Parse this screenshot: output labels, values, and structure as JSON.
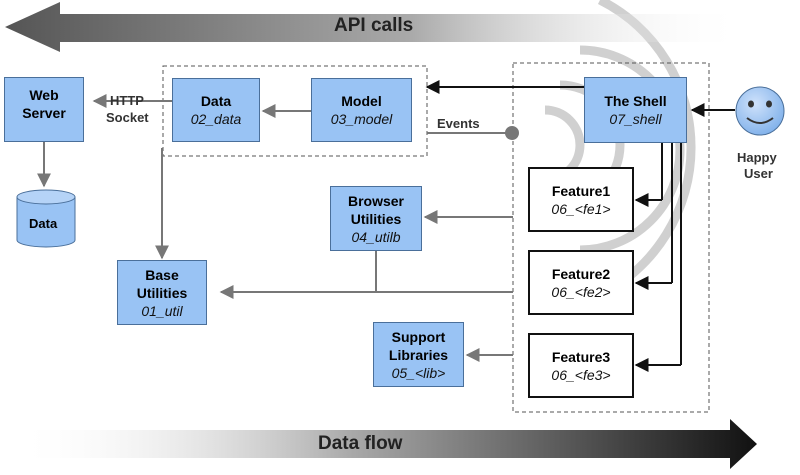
{
  "banners": {
    "top": "API calls",
    "bottom": "Data flow"
  },
  "nodes": {
    "web_server": {
      "title": "Web Server"
    },
    "database": {
      "title": "Data"
    },
    "data": {
      "title": "Data",
      "sub": "02_data"
    },
    "model": {
      "title": "Model",
      "sub": "03_model"
    },
    "shell": {
      "title": "The Shell",
      "sub": "07_shell"
    },
    "browser_utils": {
      "title": "Browser Utilities",
      "sub": "04_utilb"
    },
    "base_utils": {
      "title": "Base Utilities",
      "sub": "01_util"
    },
    "support_libs": {
      "title": "Support Libraries",
      "sub": "05_<lib>"
    },
    "feature1": {
      "title": "Feature1",
      "sub": "06_<fe1>"
    },
    "feature2": {
      "title": "Feature2",
      "sub": "06_<fe2>"
    },
    "feature3": {
      "title": "Feature3",
      "sub": "06_<fe3>"
    }
  },
  "labels": {
    "http": "HTTP",
    "socket": "Socket",
    "events": "Events",
    "user_line1": "Happy",
    "user_line2": "User"
  },
  "colors": {
    "module_fill": "#99c3f4",
    "user_fill": "#99c3f4",
    "arrow": "#777777"
  }
}
